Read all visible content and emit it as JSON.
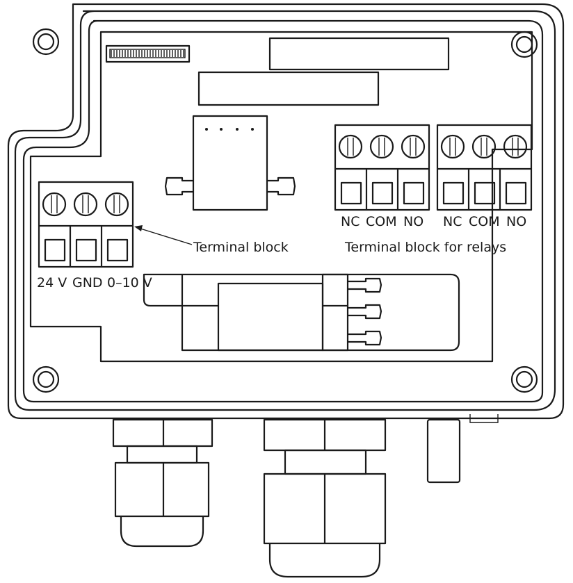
{
  "labels": {
    "terminal_block": "Terminal block",
    "terminal_block_relays": "Terminal block for relays",
    "power_terminals": [
      "24 V",
      "GND",
      "0–10 V"
    ],
    "relay_group_1": [
      "NC",
      "COM",
      "NO"
    ],
    "relay_group_2": [
      "NC",
      "COM",
      "NO"
    ]
  }
}
